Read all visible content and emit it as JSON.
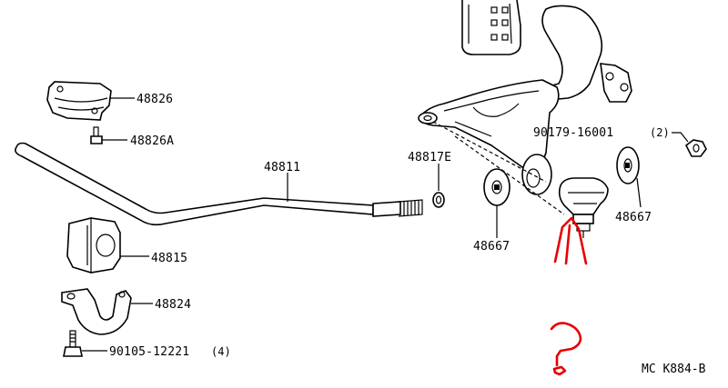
{
  "diagram": {
    "parts": {
      "bracket_upper": "48826",
      "bracket_bolt": "48826A",
      "stabilizer_bar": "48811",
      "link_cushion_nut": "48817E",
      "bushing": "48815",
      "bushing_bracket": "48824",
      "bushing_bolt": "90105-12221",
      "bushing_bolt_qty": "(4)",
      "cushion_left": "48667",
      "cushion_right": "48667",
      "nut": "90179-16001",
      "nut_qty": "(2)"
    },
    "caption": "MC K884-B",
    "annotation": {
      "mark": "?",
      "color": "#e60000"
    }
  }
}
